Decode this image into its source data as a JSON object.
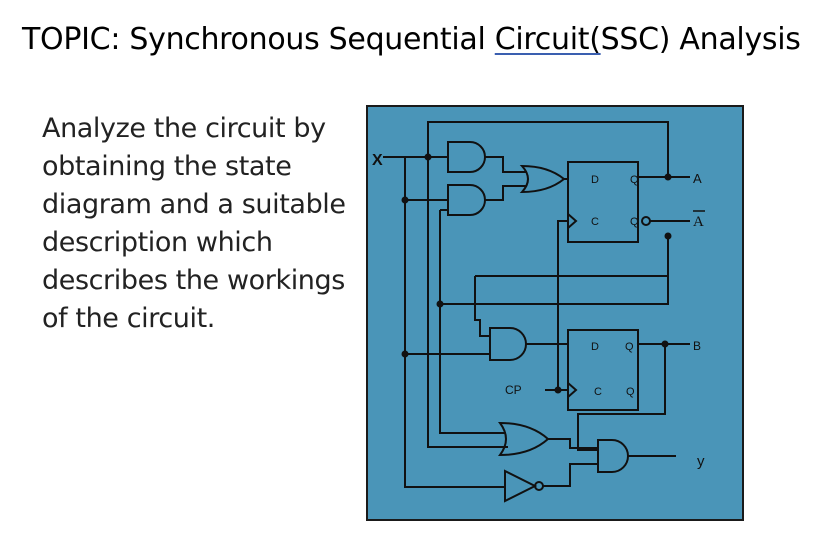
{
  "slide": {
    "topic_prefix": "TOPIC: Synchronous Sequential ",
    "topic_underlined": "Circuit(",
    "topic_suffix": "SSC) Analysis",
    "description": "Analyze the circuit by obtaining the state diagram and a suitable description which describes the workings of the circuit."
  },
  "circuit": {
    "background_color": "#4a95b8",
    "input_label": "X",
    "output_a": "A",
    "output_a_bar": "A",
    "output_b": "B",
    "output_y": "y",
    "clock_label": "CP",
    "ff_d": "D",
    "ff_q": "Q",
    "ff_c": "C"
  }
}
